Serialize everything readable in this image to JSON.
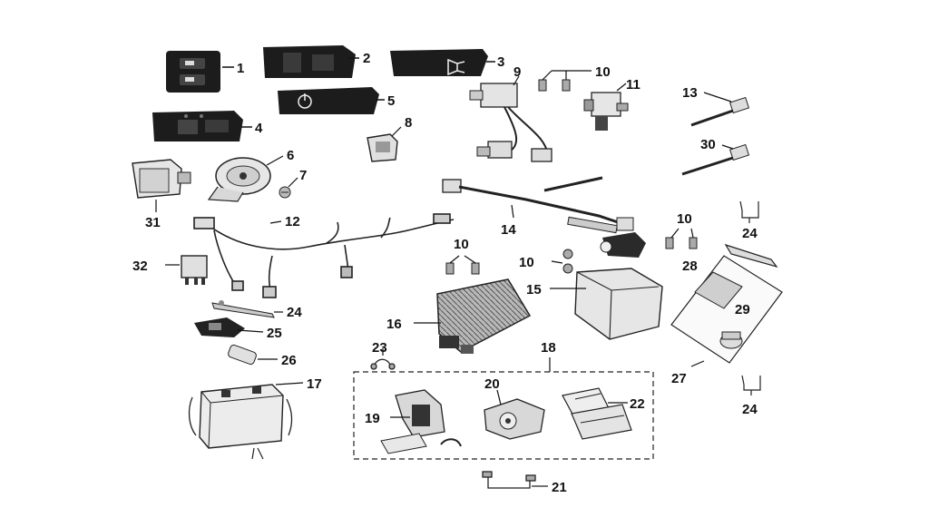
{
  "diagram": {
    "callouts": [
      {
        "id": "c1",
        "label": "1"
      },
      {
        "id": "c2",
        "label": "2"
      },
      {
        "id": "c3",
        "label": "3"
      },
      {
        "id": "c4",
        "label": "4"
      },
      {
        "id": "c5",
        "label": "5"
      },
      {
        "id": "c6",
        "label": "6"
      },
      {
        "id": "c7",
        "label": "7"
      },
      {
        "id": "c8",
        "label": "8"
      },
      {
        "id": "c9",
        "label": "9"
      },
      {
        "id": "c10a",
        "label": "10"
      },
      {
        "id": "c10b",
        "label": "10"
      },
      {
        "id": "c10c",
        "label": "10"
      },
      {
        "id": "c10d",
        "label": "10"
      },
      {
        "id": "c11",
        "label": "11"
      },
      {
        "id": "c12",
        "label": "12"
      },
      {
        "id": "c13",
        "label": "13"
      },
      {
        "id": "c14",
        "label": "14"
      },
      {
        "id": "c15",
        "label": "15"
      },
      {
        "id": "c16",
        "label": "16"
      },
      {
        "id": "c17",
        "label": "17"
      },
      {
        "id": "c18",
        "label": "18"
      },
      {
        "id": "c19",
        "label": "19"
      },
      {
        "id": "c20",
        "label": "20"
      },
      {
        "id": "c21",
        "label": "21"
      },
      {
        "id": "c22",
        "label": "22"
      },
      {
        "id": "c23",
        "label": "23"
      },
      {
        "id": "c24a",
        "label": "24"
      },
      {
        "id": "c24b",
        "label": "24"
      },
      {
        "id": "c24c",
        "label": "24"
      },
      {
        "id": "c25",
        "label": "25"
      },
      {
        "id": "c26",
        "label": "26"
      },
      {
        "id": "c27",
        "label": "27"
      },
      {
        "id": "c28",
        "label": "28"
      },
      {
        "id": "c29",
        "label": "29"
      },
      {
        "id": "c30",
        "label": "30"
      },
      {
        "id": "c31",
        "label": "31"
      },
      {
        "id": "c32",
        "label": "32"
      }
    ],
    "icons": {
      "horn_symbol": "horn-icon",
      "power_symbol": "power-icon"
    }
  }
}
